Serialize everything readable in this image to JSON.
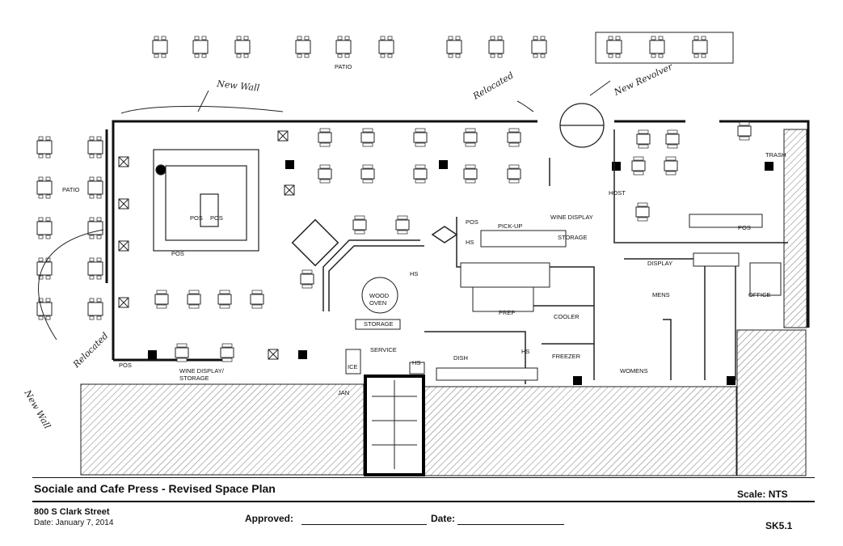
{
  "title_block": {
    "title": "Sociale and Cafe Press - Revised Space Plan",
    "scale": "Scale: NTS",
    "address": "800 S Clark Street",
    "date": "Date: January 7, 2014",
    "approved_label": "Approved:",
    "date_label": "Date:",
    "sheet": "SK5.1"
  },
  "rooms": {
    "patio_top": "PATIO",
    "patio_left": "PATIO",
    "pos_bar_left": "POS",
    "pos_bar_right": "POS",
    "pos_bar_bottom": "POS",
    "pos_lower_left": "POS",
    "wine_display_storage_left": "WINE DISPLAY/",
    "wine_display_storage_left_2": "STORAGE",
    "pos_kitchen": "POS",
    "pick_up": "PICK-UP",
    "hs_1": "HS",
    "wine_display": "WINE DISPLAY",
    "storage": "STORAGE",
    "hs_2": "HS",
    "wood_oven_1": "WOOD",
    "wood_oven_2": "OVEN",
    "storage_oven": "STORAGE",
    "prep": "PREP",
    "cooler": "COOLER",
    "hs_3": "HS",
    "freezer": "FREEZER",
    "dish": "DISH",
    "service": "SERVICE",
    "ice": "ICE",
    "hs_4": "HS",
    "jan": "JAN",
    "host": "HOST",
    "trash": "TRASH",
    "pos_right": "POS",
    "display": "DISPLAY",
    "mens": "MENS",
    "womens": "WOMENS",
    "office": "OFFICE"
  },
  "annotations": {
    "new_wall_top": "New Wall",
    "relocated": "Relocated",
    "new_revolver": "New Revolver",
    "new_wall_left": "New Wall",
    "relocated_left": "Relocated"
  }
}
